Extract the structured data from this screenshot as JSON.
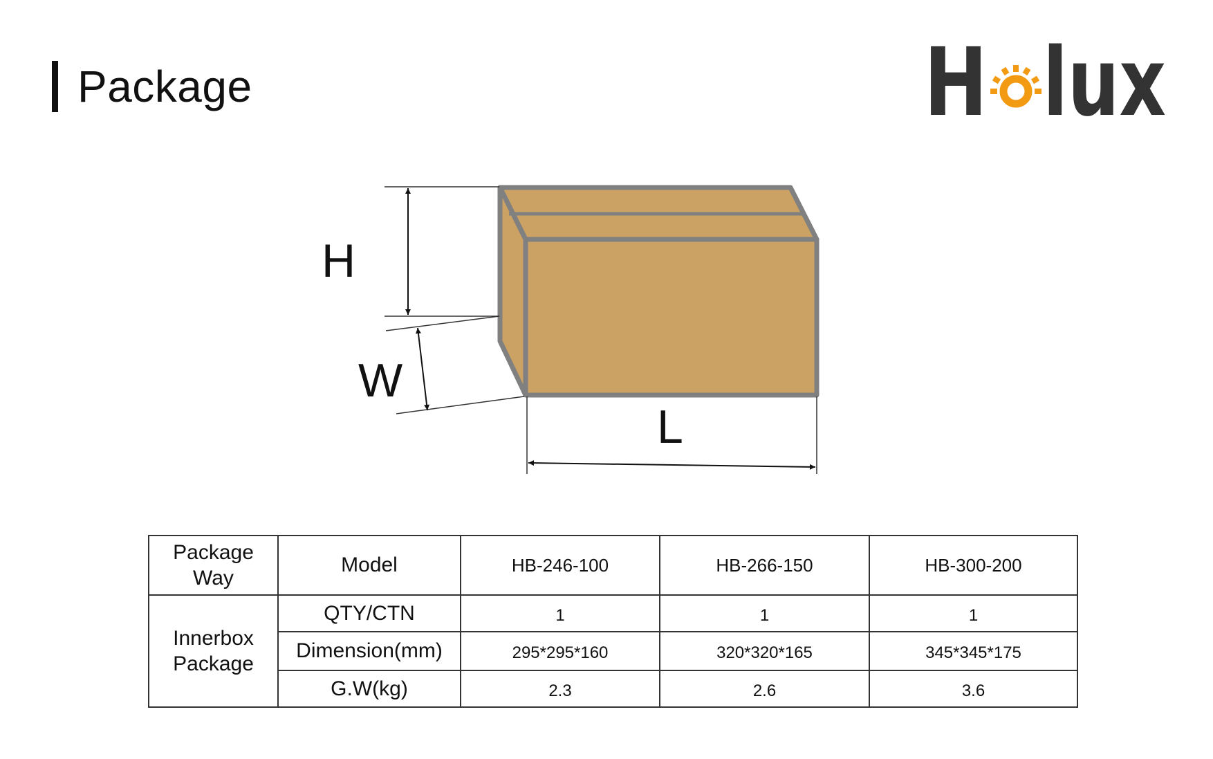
{
  "page": {
    "title": "Package"
  },
  "logo": {
    "text_start": "H",
    "text_end": "lux",
    "colors": {
      "dark": "#333333",
      "accent": "#f29a12"
    },
    "icon": "sun-o-icon"
  },
  "diagram": {
    "box_colors": {
      "fill": "#cba263",
      "stroke": "#808080"
    },
    "labels": {
      "height": "H",
      "width": "W",
      "length": "L"
    }
  },
  "table": {
    "header": {
      "package_way_line1": "Package",
      "package_way_line2": "Way",
      "model_label": "Model",
      "models": [
        "HB-246-100",
        "HB-266-150",
        "HB-300-200"
      ]
    },
    "group": {
      "line1": "Innerbox",
      "line2": "Package"
    },
    "rows": [
      {
        "label": "QTY/CTN",
        "values": [
          "1",
          "1",
          "1"
        ]
      },
      {
        "label": "Dimension(mm)",
        "values": [
          "295*295*160",
          "320*320*165",
          "345*345*175"
        ]
      },
      {
        "label": "G.W(kg)",
        "values": [
          "2.3",
          "2.6",
          "3.6"
        ]
      }
    ]
  }
}
